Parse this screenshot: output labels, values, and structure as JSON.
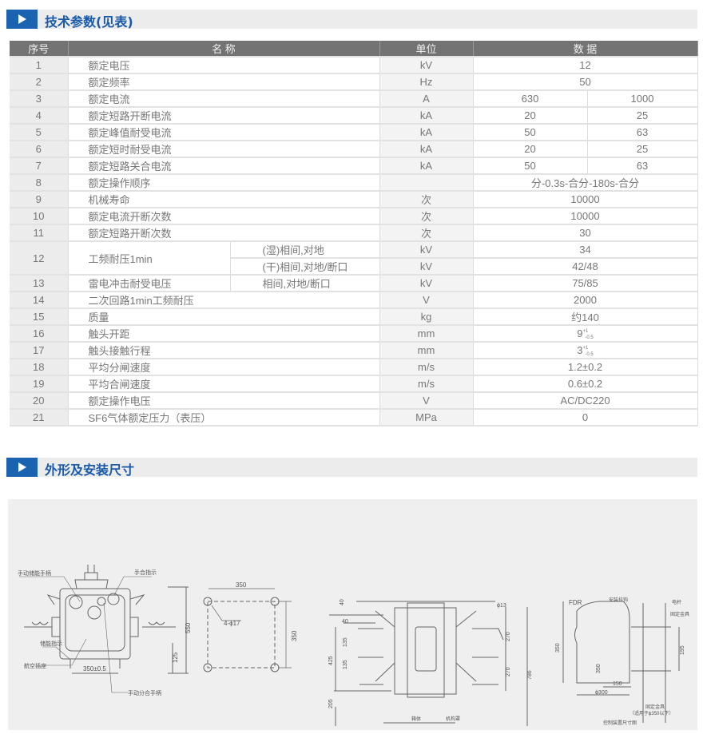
{
  "section1": {
    "title": "技术参数(见表)"
  },
  "section2": {
    "title": "外形及安装尺寸"
  },
  "table": {
    "headers": [
      "序号",
      "名 称",
      "单位",
      "数 据"
    ],
    "rows": [
      {
        "no": "1",
        "name": "额定电压",
        "unit": "kV",
        "value": "12"
      },
      {
        "no": "2",
        "name": "额定频率",
        "unit": "Hz",
        "value": "50"
      },
      {
        "no": "3",
        "name": "额定电流",
        "unit": "A",
        "v1": "630",
        "v2": "1000"
      },
      {
        "no": "4",
        "name": "额定短路开断电流",
        "unit": "kA",
        "v1": "20",
        "v2": "25"
      },
      {
        "no": "5",
        "name": "额定峰值耐受电流",
        "unit": "kA",
        "v1": "50",
        "v2": "63"
      },
      {
        "no": "6",
        "name": "额定短时耐受电流",
        "unit": "kA",
        "v1": "20",
        "v2": "25"
      },
      {
        "no": "7",
        "name": "额定短路关合电流",
        "unit": "kA",
        "v1": "50",
        "v2": "63"
      },
      {
        "no": "8",
        "name": "额定操作顺序",
        "unit": "",
        "value": "分-0.3s-合分-180s-合分"
      },
      {
        "no": "9",
        "name": "机械寿命",
        "unit": "次",
        "value": "10000"
      },
      {
        "no": "10",
        "name": "额定电流开断次数",
        "unit": "次",
        "value": "10000"
      },
      {
        "no": "11",
        "name": "额定短路开断次数",
        "unit": "次",
        "value": "30"
      },
      {
        "no": "12",
        "name": "工频耐压1min",
        "sub1": "(湿)相间,对地",
        "unit1": "kV",
        "value1": "34",
        "sub2": "(干)相间,对地/断口",
        "unit2": "kV",
        "value2": "42/48"
      },
      {
        "no": "13",
        "name": "雷电冲击耐受电压",
        "sub": "相间,对地/断口",
        "unit": "kV",
        "value": "75/85"
      },
      {
        "no": "14",
        "name": "二次回路1min工频耐压",
        "unit": "V",
        "value": "2000"
      },
      {
        "no": "15",
        "name": "质量",
        "unit": "kg",
        "value": "约140"
      },
      {
        "no": "16",
        "name": "触头开距",
        "unit": "mm",
        "value": "9",
        "tol_up": "+1",
        "tol_down": "-0.5"
      },
      {
        "no": "17",
        "name": "触头接触行程",
        "unit": "mm",
        "value": "3",
        "tol_up": "+1",
        "tol_down": "-0.5"
      },
      {
        "no": "18",
        "name": "平均分闸速度",
        "unit": "m/s",
        "value": "1.2±0.2"
      },
      {
        "no": "19",
        "name": "平均合闸速度",
        "unit": "m/s",
        "value": "0.6±0.2"
      },
      {
        "no": "20",
        "name": "额定操作电压",
        "unit": "V",
        "value": "AC/DC220"
      },
      {
        "no": "21",
        "name": "SF6气体额定压力（表压）",
        "unit": "MPa",
        "value": "0"
      }
    ]
  },
  "drawings": {
    "front": {
      "labels": [
        "手动储能手柄",
        "手合指示",
        "储能指示",
        "航空插座",
        "手动分合手柄"
      ],
      "dims": [
        "550",
        "125",
        "350±0.5"
      ]
    },
    "holes": {
      "dims": [
        "350",
        "350",
        "4-ϕ17"
      ]
    },
    "top": {
      "dims": [
        "40",
        "40",
        "ϕ13",
        "135",
        "135",
        "425",
        "205",
        "270",
        "270",
        "786"
      ],
      "labels": [
        "箱体",
        "机构罩"
      ]
    },
    "control": {
      "labels": [
        "FDR",
        "安装挂钩",
        "电杆",
        "固定金具",
        "固定金具",
        "（适用于ϕ350以下）",
        "控制装置尺寸图"
      ],
      "dims": [
        "350",
        "350",
        "150",
        "ϕ300",
        "195"
      ]
    }
  }
}
